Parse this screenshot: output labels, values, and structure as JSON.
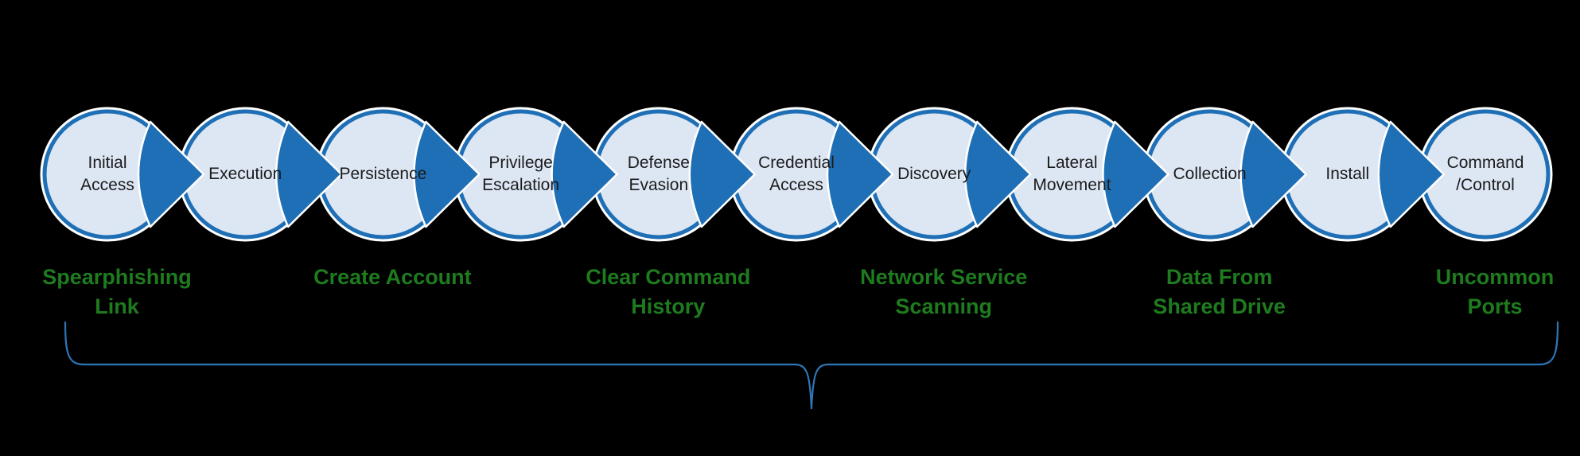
{
  "theme": {
    "background": "#000000",
    "node_fill": "#dde7f4",
    "node_border": "#1e6fb5",
    "node_outline": "#ffffff",
    "node_label_color": "#1b1b1b",
    "technique_color": "#1e7b1e",
    "brace_color": "#2e75b6"
  },
  "pipeline": {
    "stages": [
      {
        "label": "Initial\nAccess"
      },
      {
        "label": "Execution"
      },
      {
        "label": "Persistence"
      },
      {
        "label": "Privilege\nEscalation"
      },
      {
        "label": "Defense\nEvasion"
      },
      {
        "label": "Credential\nAccess"
      },
      {
        "label": "Discovery"
      },
      {
        "label": "Lateral\nMovement"
      },
      {
        "label": "Collection"
      },
      {
        "label": "Install"
      },
      {
        "label": "Command\n/Control"
      }
    ]
  },
  "techniques": [
    {
      "label": "Spearphishing\nLink",
      "under_stage": 0
    },
    {
      "label": "Create Account",
      "under_stage": 2
    },
    {
      "label": "Clear Command\nHistory",
      "under_stage": 4
    },
    {
      "label": "Network Service\nScanning",
      "under_stage": 6
    },
    {
      "label": "Data From\nShared Drive",
      "under_stage": 8
    },
    {
      "label": "Uncommon\nPorts",
      "under_stage": 10
    }
  ]
}
